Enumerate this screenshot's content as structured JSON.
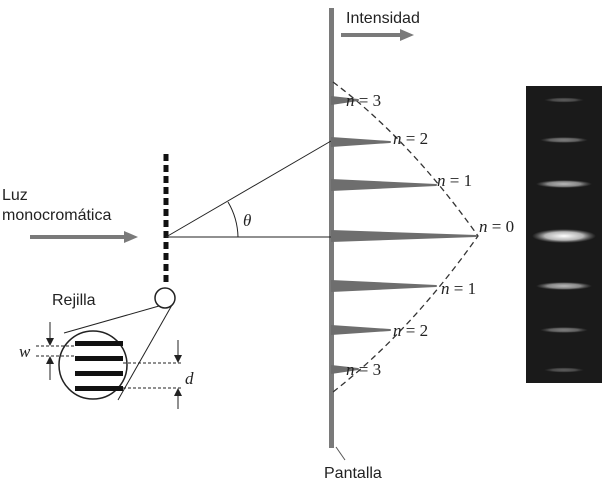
{
  "labels": {
    "intensity": "Intensidad",
    "light_line1": "Luz",
    "light_line2": "monocromática",
    "grating": "Rejilla",
    "screen": "Pantalla",
    "theta": "θ",
    "w": "w",
    "d": "d"
  },
  "orders": [
    {
      "n": "n",
      "eq": " = 3"
    },
    {
      "n": "n",
      "eq": " = 2"
    },
    {
      "n": "n",
      "eq": " = 1"
    },
    {
      "n": "n",
      "eq": " = 0"
    },
    {
      "n": "n",
      "eq": " = 1"
    },
    {
      "n": "n",
      "eq": " = 2"
    },
    {
      "n": "n",
      "eq": " = 3"
    }
  ],
  "colors": {
    "ink": "#222222",
    "screen_gray": "#7a7a7a",
    "peak_gray": "#6e6e6e",
    "photo_bg": "#1a1a1a"
  }
}
